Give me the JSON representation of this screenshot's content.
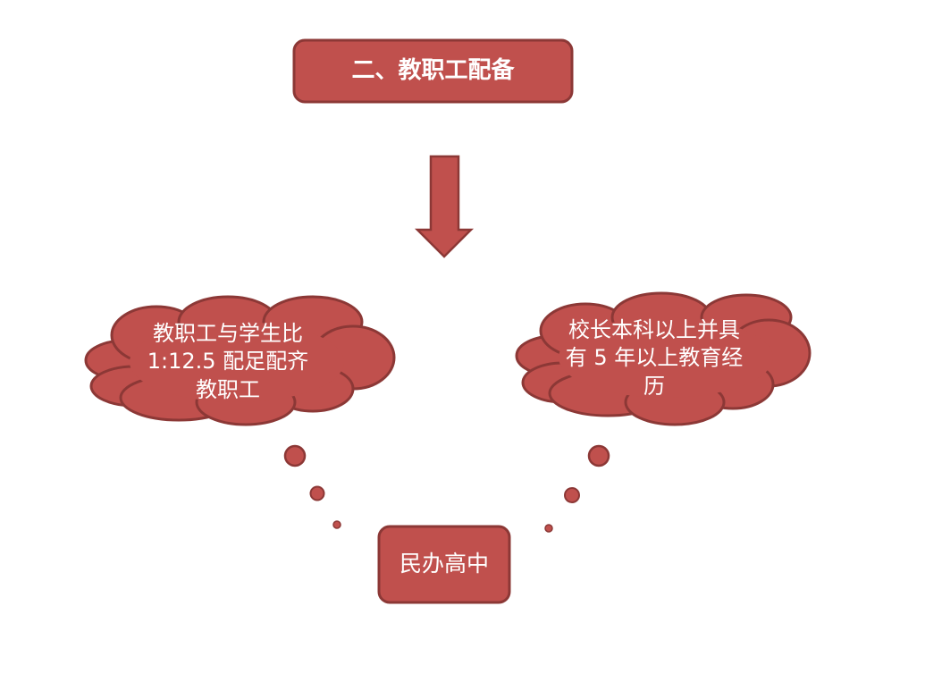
{
  "title": "二、教职工配备",
  "left_cloud": "教职工与学生比 1:12.5 配足配齐教职工",
  "right_cloud": "校长本科以上并具有 5 年以上教育经历",
  "center_box": "民办高中",
  "colors": {
    "fill": "#c0504d",
    "stroke": "#8c3836"
  }
}
